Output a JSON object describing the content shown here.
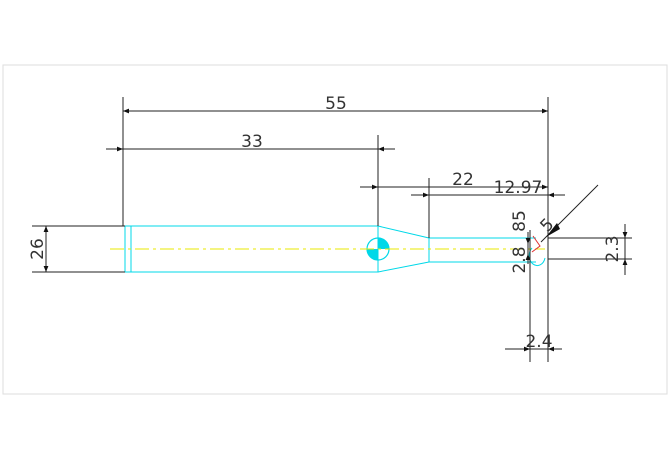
{
  "colors": {
    "part": "#00d8e8",
    "centerline": "#e8e800",
    "dimension": "#222222",
    "hatch": "#00d8e8",
    "accent_red": "#e03030",
    "frame": "#dddddd"
  },
  "dimensions": {
    "overall_length": "55",
    "shank_length": "33",
    "neck_length": "22",
    "tip_length": "12.97",
    "angle_85": "85",
    "dia_28": "2.8",
    "radius": "5",
    "shank_dia": "26",
    "tip_dia": "2.3",
    "tip_width": "2.4"
  }
}
